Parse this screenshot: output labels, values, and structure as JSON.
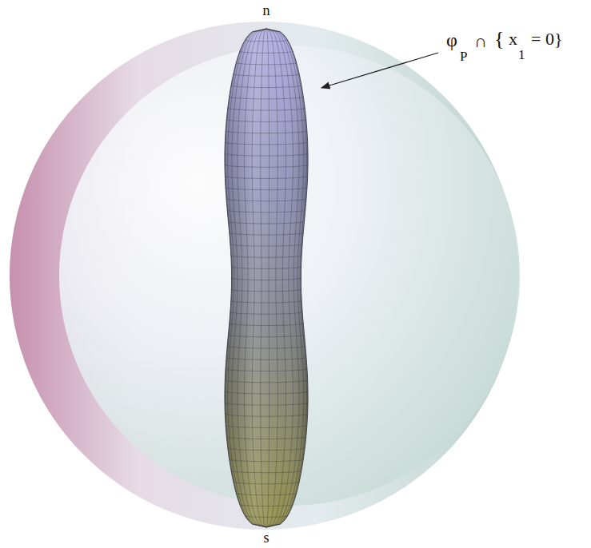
{
  "diagram": {
    "labels": [
      "n",
      "s",
      "φ",
      "P",
      "∩",
      "{",
      "x",
      "1",
      "= 0}"
    ]
  }
}
